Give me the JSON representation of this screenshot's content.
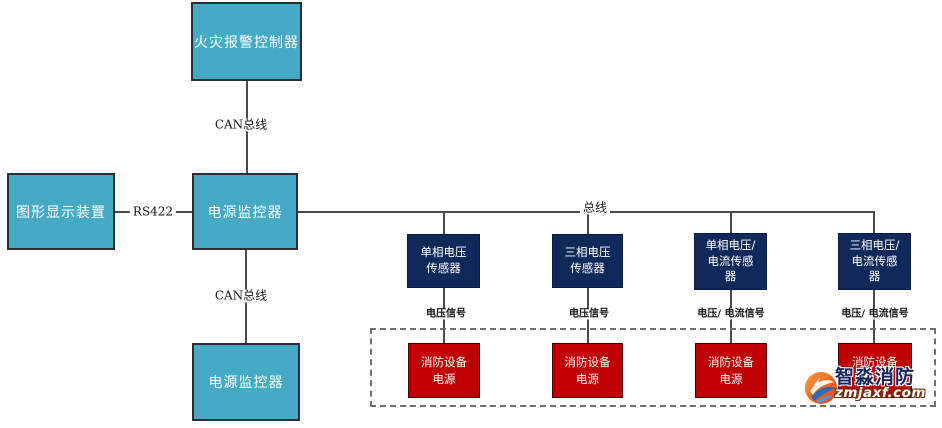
{
  "diagram": {
    "nodes": {
      "fire_alarm_controller": {
        "label": "火灾报警控制器"
      },
      "graphic_display": {
        "label": "图形显示装置"
      },
      "power_monitor_main": {
        "label": "电源监控器"
      },
      "power_monitor_secondary": {
        "label": "电源监控器"
      },
      "sensors": [
        {
          "label": "单相电压\n传感器"
        },
        {
          "label": "三相电压\n传感器"
        },
        {
          "label": "单相电压/\n电流传感\n器"
        },
        {
          "label": "三相电压/\n电流传感\n器"
        }
      ],
      "fire_equipment_power_supplies": [
        {
          "label": "消防设备\n电源"
        },
        {
          "label": "消防设备\n电源"
        },
        {
          "label": "消防设备\n电源"
        },
        {
          "label": "消防设备\n电源"
        }
      ]
    },
    "connection_labels": {
      "can_bus_top": "CAN总线",
      "rs422": "RS422",
      "can_bus_bottom": "CAN总线",
      "bus": "总线"
    },
    "signal_labels": [
      "电压信号",
      "电压信号",
      "电压/ 电流信号",
      "电压/ 电流信号"
    ],
    "colors": {
      "device_box": "#45AAC6",
      "sensor_box": "#10295B",
      "power_supply_box": "#C00000",
      "connector_line": "#4A4A4A",
      "watermark_brand": "#14265E"
    },
    "watermark": {
      "brand": "智淼消防",
      "domain": "zmjaxf.com"
    }
  }
}
